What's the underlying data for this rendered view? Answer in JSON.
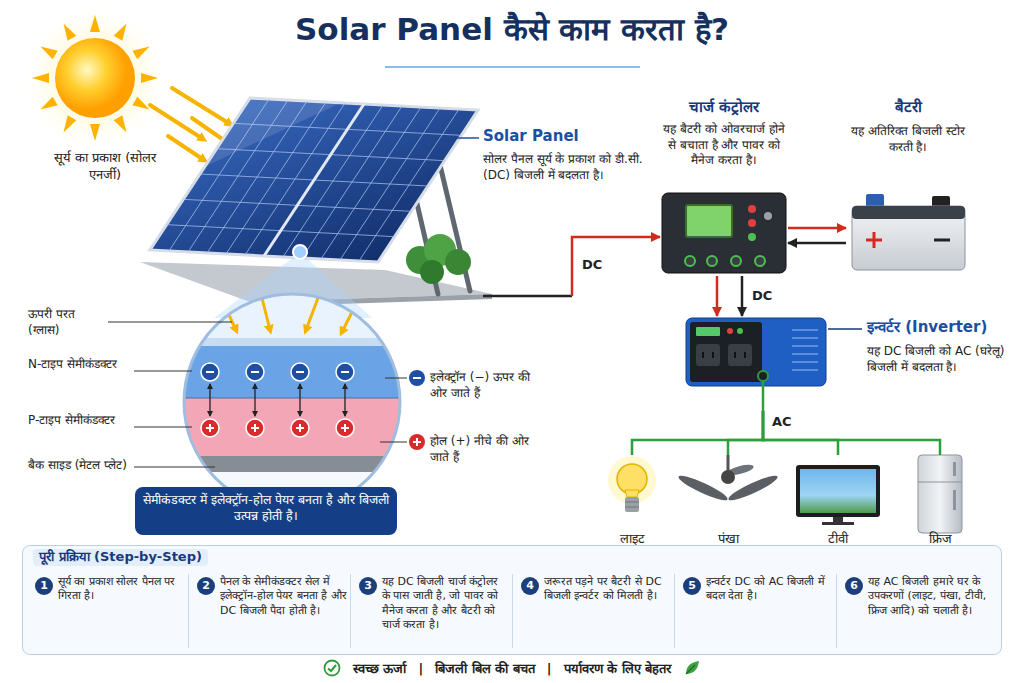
{
  "diagram": {
    "title": "Solar Panel कैसे काम करता है?",
    "nodes": [
      {
        "text": [
          "Solar Panel",
          "सोलर पैनल सूर्य के प्रकाश को डी.सी. (DC) बिजली में बदलता है।"
        ]
      },
      {
        "text": [
          "चार्ज कंट्रोलर",
          "यह बैटरी को ओवरचार्ज होने से बचाता है और पावर को मैनेज करता है।"
        ]
      },
      {
        "text": [
          "बैटरी",
          "यह अतिरिक्त बिजली स्टोर करती है।"
        ]
      },
      {
        "text": [
          "इन्वर्टर (Inverter)",
          "यह DC बिजली को AC (घरेलू) बिजली में बदलता है।"
        ]
      },
      {
        "text": [
          "लाइट"
        ]
      },
      {
        "text": [
          "पंखा"
        ]
      },
      {
        "text": [
          "टीवी"
        ]
      },
      {
        "text": [
          "फ्रिज"
        ]
      },
      {
        "text": [
          "सेमीकंडक्टर में इलेक्ट्रॉन-होल पेयर बनता है और बिजली उत्पन्न होती है।"
        ]
      },
      {
        "text": [
          "पूरी प्रक्रिया (Step-by-Step)"
        ]
      },
      {
        "text": [
          "1",
          "सूर्य का प्रकाश सोलर पैनल पर गिरता है।"
        ],
        "in": 9
      },
      {
        "text": [
          "2",
          "पैनल के सेमीकंडक्टर सेल में इलेक्ट्रॉन-होल पेयर बनता है और DC बिजली पैदा होती है।"
        ],
        "in": 9
      },
      {
        "text": [
          "3",
          "यह DC बिजली चार्ज कंट्रोलर के पास जाती है, जो पावर को मैनेज करता है और बैटरी को चार्ज करता है।"
        ],
        "in": 9
      },
      {
        "text": [
          "4",
          "जरूरत पड़ने पर बैटरी से DC बिजली इन्वर्टर को मिलती है।"
        ],
        "in": 9
      },
      {
        "text": [
          "5",
          "इन्वर्टर DC को AC बिजली में बदल देता है।"
        ],
        "in": 9
      },
      {
        "text": [
          "6",
          "यह AC बिजली हमारे घर के उपकरणों (लाइट, पंखा, टीवी, फ्रिज आदि) को चलाती है।"
        ],
        "in": 9
      }
    ],
    "edges": [
      {
        "from": 0,
        "to": 1,
        "arrow": "to",
        "label": "DC"
      },
      {
        "from": 1,
        "to": 2,
        "arrow": "both"
      },
      {
        "from": 1,
        "to": 3,
        "arrow": "to",
        "label": "DC"
      },
      {
        "from": 3,
        "to": 4,
        "arrow": "none"
      },
      {
        "from": 3,
        "to": 5,
        "arrow": "none"
      },
      {
        "from": 3,
        "to": 6,
        "arrow": "none"
      },
      {
        "from": 3,
        "to": 7,
        "arrow": "none"
      }
    ],
    "labels": [
      "सूर्य का प्रकाश (सोलर एनर्जी)",
      "ऊपरी परत (ग्लास)",
      "N-टाइप सेमीकंडक्टर",
      "P-टाइप सेमीकंडक्टर",
      "बैक साइड (मेटल प्लेट)",
      "इलेक्ट्रॉन (−) ऊपर की ओर जाते हैं",
      "होल (+) नीचे की ओर जाते हैं",
      "AC",
      "स्वच्छ ऊर्जा",
      "|",
      "बिजली बिल की बचत",
      "|",
      "पर्यावरण के लिए बेहतर"
    ]
  }
}
